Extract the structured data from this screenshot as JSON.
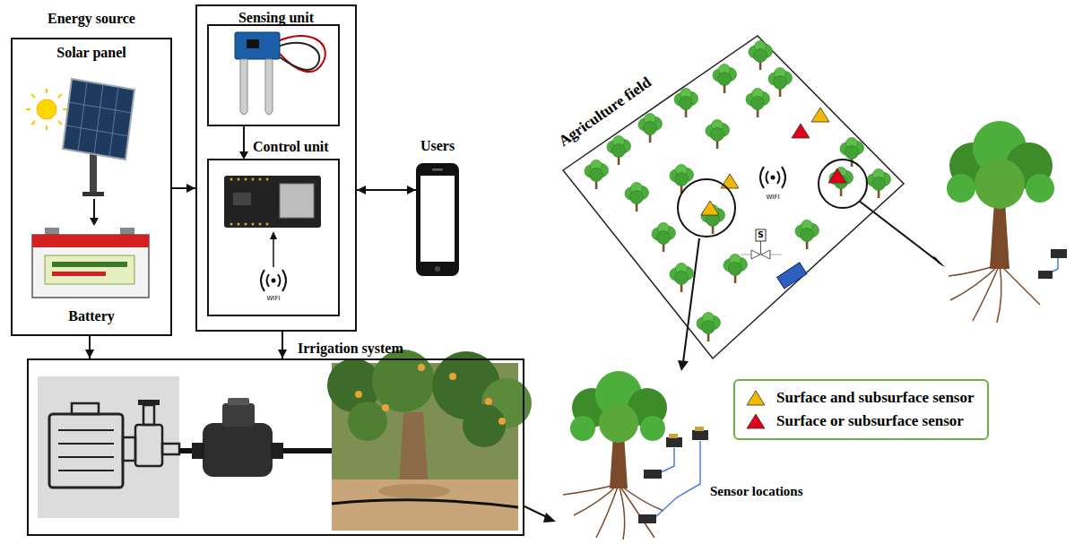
{
  "diagram": {
    "nodes": [
      {
        "text": [
          "Energy source",
          "Solar panel",
          "Battery"
        ]
      },
      {
        "text": [
          "Sensing unit",
          "Control unit"
        ]
      },
      {
        "text": [
          "Users"
        ]
      },
      {
        "text": [
          "Irrigation system"
        ]
      },
      {
        "text": [
          "Agriculture field"
        ]
      }
    ],
    "edges": [
      {
        "from": 0,
        "to": 1,
        "arrow": "to"
      },
      {
        "from": 1,
        "to": 2,
        "arrow": "both"
      },
      {
        "from": 0,
        "to": 3,
        "arrow": "to"
      },
      {
        "from": 1,
        "to": 3,
        "arrow": "to"
      }
    ],
    "labels": [
      "WIFI",
      "WIFI",
      "S",
      "Sensor locations"
    ],
    "legend": [
      {
        "text": "Surface and subsurface sensor",
        "color": "#f5b800"
      },
      {
        "text": "Surface or subsurface sensor",
        "color": "#e3001b"
      }
    ]
  }
}
